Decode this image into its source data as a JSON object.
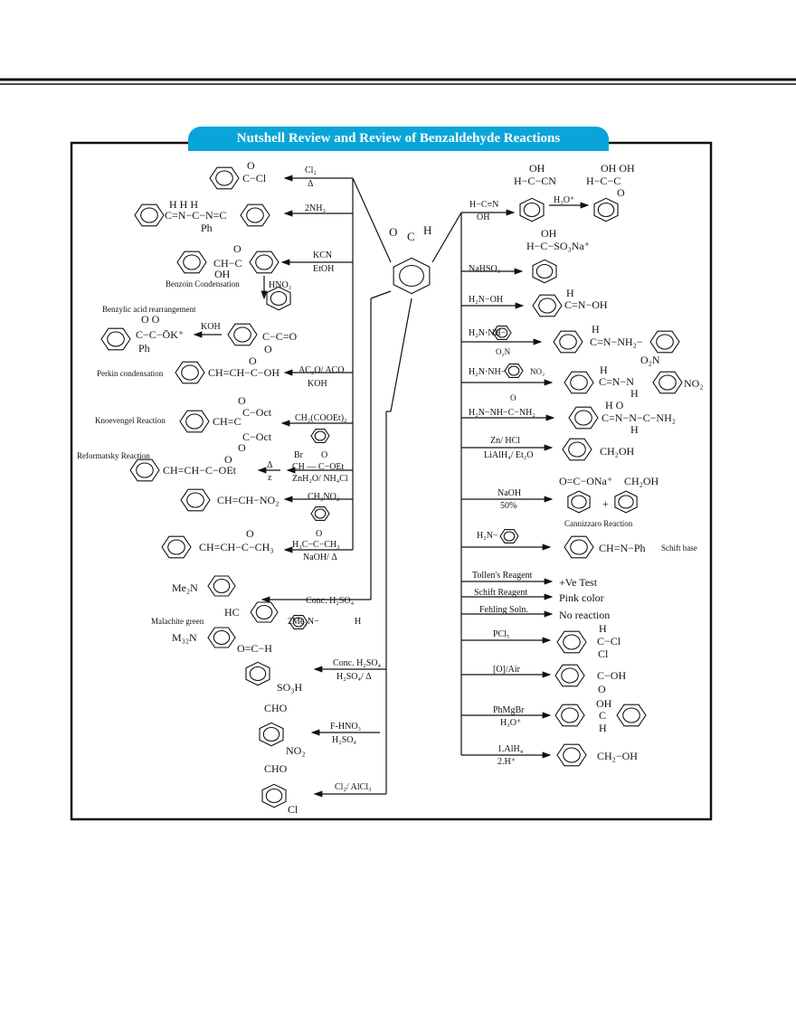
{
  "title": "Nutshell Review and Review of Benzaldehyde Reactions",
  "colors": {
    "banner": "#0aa5d8",
    "line": "#111111"
  },
  "center": {
    "o": "O",
    "c": "C",
    "h": "H"
  },
  "left": [
    {
      "above": "Cl₂",
      "below": "Δ",
      "parts": [
        "O",
        "C−Cl"
      ]
    },
    {
      "above": "2NH₃",
      "parts": [
        "H    H    H",
        "C=N−C−N=C",
        "Ph"
      ]
    },
    {
      "above": "KCN",
      "below": "EtOH",
      "parts": [
        "O",
        "CH−C",
        "OH"
      ],
      "label": "Benzoin Condensation"
    },
    {
      "above": "HNO₃",
      "parts": [
        "C−C=O",
        "O"
      ]
    },
    {
      "above": "KOH",
      "parts": [
        "O   O",
        "C−C−ŌK⁺",
        "Ph"
      ],
      "label": "Benzylic acid rearrangement"
    },
    {
      "above": "AC₂O/ ACO",
      "below": "KOH",
      "parts": [
        "O",
        "CH=CH−C−OH"
      ],
      "label": "Perkin condensation"
    },
    {
      "above": "CH₂(COOEt)₂",
      "parts": [
        "O",
        "C−Oct",
        "CH=C",
        "C−Oct",
        "O"
      ],
      "label": "Knoevengel Reaction"
    },
    {
      "above": "Br",
      "above2": "CH — C−OEt",
      "above_top": "O",
      "below": "ZnH₂O/ NH₄Cl",
      "mid_above": "Δ",
      "mid_below": "z",
      "parts": [
        "O",
        "CH=CH−C−OEt"
      ],
      "label": "Reformatsky Reaction"
    },
    {
      "above": "CH₃NO₂",
      "parts": [
        "CH=CH−NO₂"
      ]
    },
    {
      "above": "H₃C−C−CH₃",
      "above_top": "O",
      "below": "NaOH/ Δ",
      "parts": [
        "O",
        "CH=CH−C−CH₃"
      ]
    }
  ],
  "lower_left": [
    {
      "above": "Conc. H₂SO₄",
      "below": "2Me₂N−",
      "below2": "H",
      "parts": [
        "Me₂N",
        "HC",
        "M₃₂N"
      ],
      "label": "Malachite green"
    },
    {
      "above": "Conc. H₂SO₄",
      "below": "H₂SO₄/ Δ",
      "parts": [
        "O=C−H",
        "SO₃H"
      ]
    },
    {
      "above": "F-HNO₃",
      "below": "H₂SO₄",
      "parts": [
        "CHO",
        "NO₂"
      ]
    },
    {
      "above": "Cl₂/ AlCl₃",
      "parts": [
        "CHO",
        "Cl"
      ]
    }
  ],
  "right": [
    {
      "above": "H−C≡N",
      "below": "OH",
      "parts": [
        "OH",
        "H−C−CN",
        "H₃O⁺",
        "OH  OH",
        "H−C−C",
        "O"
      ]
    },
    {
      "above": "NaHSO₃",
      "parts": [
        "OH",
        "H−C−SO₃Na⁺"
      ]
    },
    {
      "above": "H₂N−OH",
      "parts": [
        "H",
        "C=N−OH"
      ]
    },
    {
      "above": "H₂N·NH−",
      "parts": [
        "H",
        "C=N−NH₂−"
      ]
    },
    {
      "above": "H₂N·NH−",
      "above_top": "O₂N",
      "above_right": "NO₂",
      "parts": [
        "H",
        "C=N−N",
        "H",
        "O₂N",
        "NO₂"
      ]
    },
    {
      "above": "H₂N−NH−C−NH₂",
      "above_top": "O",
      "parts": [
        "H       O",
        "C=N−N−C−NH₂",
        "H"
      ]
    },
    {
      "above": "Zn/ HCl",
      "below": "LiAlH₄/ Et₂O",
      "parts": [
        "CH₂OH"
      ]
    },
    {
      "above": "NaOH",
      "below": "50%",
      "parts": [
        "O=C−ONa⁺",
        "+",
        "CH₂OH"
      ],
      "label": "Cannizzaro Reaction"
    },
    {
      "above": "H₂N−",
      "parts": [
        "CH=N−Ph"
      ],
      "label": "Schift base"
    },
    {
      "above": "Tollen's Reagent",
      "parts": [
        "+Ve Test"
      ]
    },
    {
      "above": "Schift Reagent",
      "parts": [
        "Pink color"
      ]
    },
    {
      "above": "Fehling Soln.",
      "parts": [
        "No reaction"
      ]
    },
    {
      "above": "PCl₅",
      "parts": [
        "H",
        "C−Cl",
        "Cl"
      ]
    },
    {
      "above": "[O]/Air",
      "parts": [
        "C−OH",
        "O"
      ]
    },
    {
      "above": "PhMgBr",
      "below": "H₃O⁺",
      "parts": [
        "OH",
        "C",
        "H"
      ]
    },
    {
      "above": "1.AlH₄",
      "below": "2.H⁺",
      "parts": [
        "CH₂−OH"
      ]
    }
  ]
}
